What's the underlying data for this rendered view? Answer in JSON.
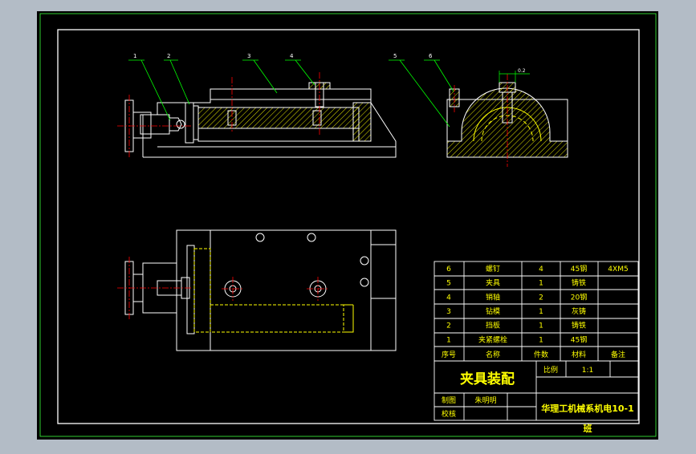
{
  "drawing": {
    "colors": {
      "outer_bg": "#b3bcc6",
      "sheet": "#000000",
      "frame": "#ffffff",
      "part": "#ffffff",
      "hatch": "#ffff00",
      "center": "#ff0000",
      "leader": "#00ff00",
      "table_text": "#ffff00",
      "table_line": "#ffffff"
    },
    "balloons": [
      "1",
      "2",
      "3",
      "4",
      "5",
      "6"
    ],
    "dimension_note": "0.2"
  },
  "bom": {
    "rows": [
      {
        "no": "6",
        "name": "螺钉",
        "qty": "4",
        "material": "45钢",
        "note": "4XM5"
      },
      {
        "no": "5",
        "name": "夹具",
        "qty": "1",
        "material": "铸铁",
        "note": ""
      },
      {
        "no": "4",
        "name": "销轴",
        "qty": "2",
        "material": "20钢",
        "note": ""
      },
      {
        "no": "3",
        "name": "钻模",
        "qty": "1",
        "material": "灰铸",
        "note": ""
      },
      {
        "no": "2",
        "name": "挡板",
        "qty": "1",
        "material": "铸铁",
        "note": ""
      },
      {
        "no": "1",
        "name": "夹紧螺栓",
        "qty": "1",
        "material": "45钢",
        "note": ""
      }
    ],
    "header": {
      "no": "序号",
      "name": "名称",
      "qty": "件数",
      "material": "材料",
      "note": "备注"
    }
  },
  "title_block": {
    "title": "夹具装配",
    "scale_label": "比例",
    "scale_value": "1:1",
    "drawn_label": "制图",
    "drawn_name": "朱明明",
    "checked_label": "校核",
    "school_line1": "华理工机械系机电10-1",
    "school_line2": "班"
  }
}
